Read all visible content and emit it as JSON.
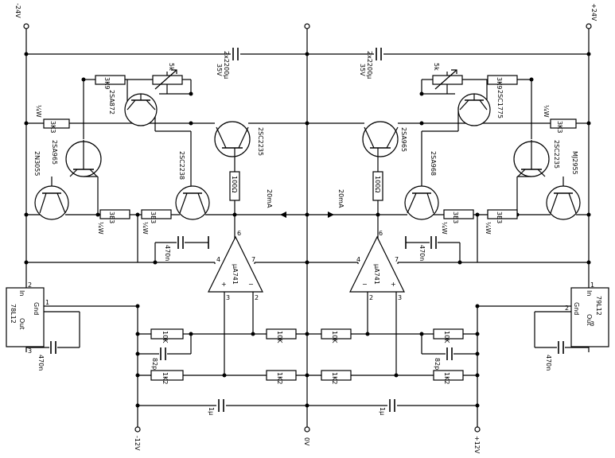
{
  "rails": {
    "neg24": "-24V",
    "pos24": "+24V",
    "neg12": "-12V",
    "zero": "0V",
    "pos12": "+12V"
  },
  "caps": {
    "bulk_value": "2x2200µ",
    "bulk_voltage": "35V",
    "c470n": "470n",
    "c82p": "82p",
    "c1u": "1µ"
  },
  "resistors": {
    "r3k9": "3K9",
    "r3k3": "3K3",
    "r3e3": "3E3",
    "r100": "100Ω",
    "r10k": "10K",
    "r1k2": "1K2",
    "pot5k": "5k"
  },
  "transistors": {
    "left_q1": "2SA872",
    "left_q2": "2SA965",
    "left_q3": "2N3055",
    "left_q4": "2SC2238",
    "left_q5": "2SC2235",
    "right_q1": "2SC1775",
    "right_q2": "2SC2235",
    "right_q3": "MJ2955",
    "right_q4": "2SA968",
    "right_q5": "2SA965"
  },
  "current": "20mA",
  "watt": "¼W",
  "opamp": "µA741",
  "opamp_plus": "+",
  "opamp_minus": "−",
  "pins": {
    "p1": "1",
    "p2": "2",
    "p3": "3",
    "p4": "4",
    "p6": "6",
    "p7": "7"
  },
  "regulator": {
    "left": "78L12",
    "right": "79L12",
    "in": "In",
    "gnd": "Gnd",
    "out": "Out"
  }
}
